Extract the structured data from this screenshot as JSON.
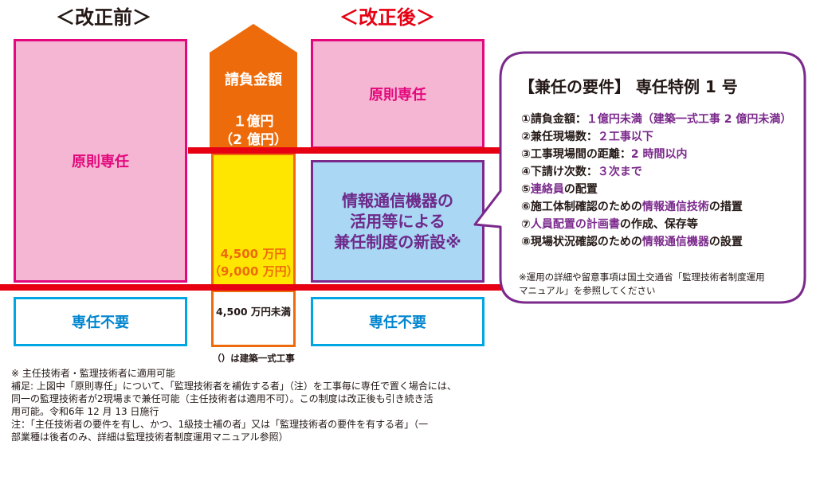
{
  "headings": {
    "before": "＜改正前＞",
    "after": "＜改正後＞"
  },
  "before": {
    "principle": "原則専任",
    "not_required": "専任不要"
  },
  "middle": {
    "contract_label": "請負金額",
    "upper_amount": "１億円",
    "upper_amount_paren": "（2 億円）",
    "lower_amount": "4,500 万円",
    "lower_amount_paren": "（9,000 万円）",
    "below_amount": "4,500 万円未満",
    "paren_note": "（）は建築一式工事"
  },
  "after": {
    "principle": "原則専任",
    "new_system": [
      "情報通信機器の",
      "活用等による",
      "兼任制度の新設※"
    ],
    "not_required": "専任不要"
  },
  "requirements": {
    "title": "【兼任の要件】 専任特例 1 号",
    "items": [
      {
        "pre": "①請負金額：",
        "hl": "１億円未満（建築一式工事 2 億円未満）",
        "post": ""
      },
      {
        "pre": "②兼任現場数：",
        "hl": "２工事以下",
        "post": ""
      },
      {
        "pre": "③工事現場間の距離：",
        "hl": "2 時間以内",
        "post": ""
      },
      {
        "pre": "④下請け次数：",
        "hl": "３次まで",
        "post": ""
      },
      {
        "pre": "⑤",
        "hl": "連絡員",
        "post": "の配置"
      },
      {
        "pre": "⑥施工体制確認のための",
        "hl": "情報通信技術",
        "post": "の措置"
      },
      {
        "pre": "⑦",
        "hl": "人員配置の計画書",
        "post": "の作成、保存等"
      },
      {
        "pre": "⑧現場状況確認のための",
        "hl": "情報通信機器",
        "post": "の設置"
      }
    ],
    "note": [
      "※運用の詳細や留意事項は国土交通省「監理技術者制度運用",
      "マニュアル」を参照してください"
    ]
  },
  "footnotes": [
    "※ 主任技術者・監理技術者に適用可能",
    "補足: 上図中「原則専任」について、「監理技術者を補佐する者」（注）を工事毎に専任で置く場合には、",
    "同一の監理技術者が2現場まで兼任可能（主任技術者は適用不可）。この制度は改正後も引き続き活",
    "用可能。令和6年 12 月 13 日施行",
    "注：「主任技術者の要件を有し、かつ、1級技士補の者」又は「監理技術者の要件を有する者」（一",
    "部業種は後者のみ、詳細は監理技術者制度運用マニュアル参照）"
  ],
  "colors": {
    "principle_pink": "#e3097d",
    "not_required_blue": "#0085cf",
    "threshold_red": "#e60012",
    "arrow_orange": "#ed6b0b",
    "amount_yellow": "#ffe600",
    "new_system_purple": "#7b2a8c",
    "new_system_fill": "#a9d7f4"
  }
}
